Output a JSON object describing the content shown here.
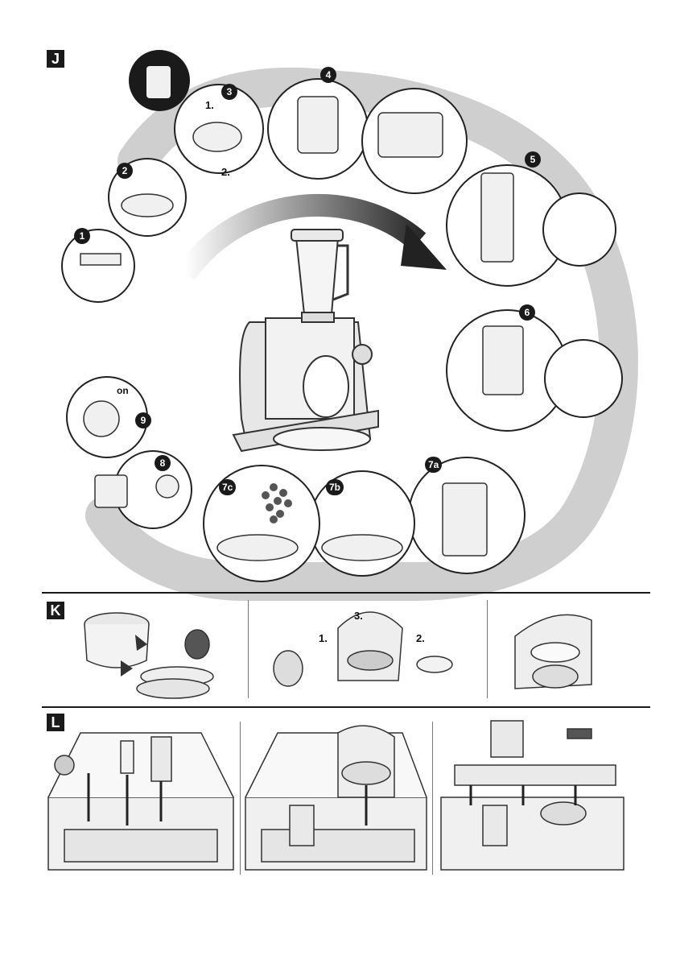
{
  "sections": {
    "j": "J",
    "k": "K",
    "l": "L"
  },
  "steps_j": {
    "s1": "1",
    "s2": "2",
    "s3": "3",
    "s3_sub1": "1.",
    "s3_sub2": "2.",
    "s4": "4",
    "s5": "5",
    "s6": "6",
    "s7a": "7a",
    "s7b": "7b",
    "s7c": "7c",
    "s8": "8",
    "s9": "9",
    "on_label": "on"
  },
  "steps_k": {
    "sub1": "1.",
    "sub2": "2.",
    "sub3": "3."
  },
  "colors": {
    "badge": "#1a1a1a",
    "swirl": "#c8c8c8",
    "line": "#1a1a1a"
  },
  "icons": [
    "food-processor-icon",
    "blender-jug-icon",
    "mixing-bowl-icon",
    "power-plug-icon",
    "hand-icon",
    "packaging-box-icon"
  ]
}
